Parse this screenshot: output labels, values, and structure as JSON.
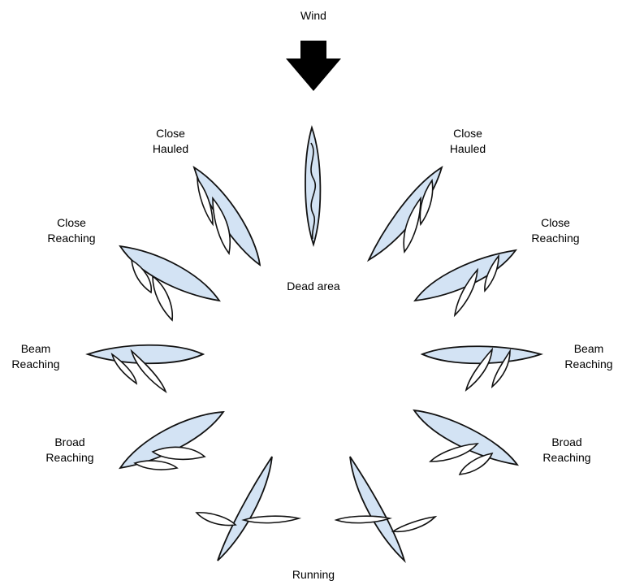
{
  "labels": {
    "wind": "Wind",
    "dead_area": "Dead area",
    "close_hauled": {
      "line1": "Close",
      "line2": "Hauled"
    },
    "close_reaching": {
      "line1": "Close",
      "line2": "Reaching"
    },
    "beam_reaching": {
      "line1": "Beam",
      "line2": "Reaching"
    },
    "broad_reaching": {
      "line1": "Broad",
      "line2": "Reaching"
    },
    "running": "Running"
  },
  "colors": {
    "hull_fill": "#d3e3f4",
    "outline": "#111111",
    "sail_fill": "#ffffff",
    "arrow": "#000000"
  },
  "icons": {
    "wind_arrow": "arrow-down-icon"
  }
}
